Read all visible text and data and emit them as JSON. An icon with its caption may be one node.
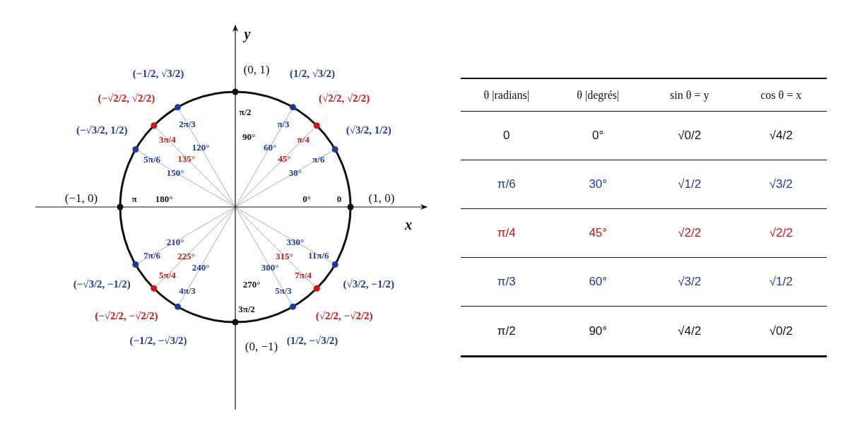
{
  "diagram": {
    "labels": [
      "y",
      "(0, 1)",
      "π/2",
      "90°",
      "(−1, 0)",
      "π",
      "180°",
      "0°",
      "0",
      "(1, 0)",
      "x",
      "270°",
      "3π/2",
      "(0, −1)",
      "(√3/2, 1/2)",
      "π/6",
      "30°",
      "(√2/2, √2/2)",
      "π/4",
      "45°",
      "(1/2, √3/2)",
      "π/3",
      "60°",
      "(−1/2, √3/2)",
      "2π/3",
      "120°",
      "(−√2/2, √2/2)",
      "3π/4",
      "135°",
      "(−√3/2, 1/2)",
      "5π/6",
      "150°",
      "(−√3/2, −1/2)",
      "7π/6",
      "210°",
      "(−√2/2, −√2/2)",
      "5π/4",
      "225°",
      "(−1/2, −√3/2)",
      "4π/3",
      "240°",
      "(1/2, −√3/2)",
      "5π/3",
      "300°",
      "(√2/2, −√2/2)",
      "7π/4",
      "315°",
      "(√3/2, −1/2)",
      "11π/6",
      "330°",
      "θ |radians|",
      "θ |degrés|",
      "sin θ = y",
      "cos θ = x",
      "0",
      "0°",
      "√0/2",
      "√4/2",
      "π/6",
      "30°",
      "√1/2",
      "√3/2",
      "π/4",
      "45°",
      "√2/2",
      "√2/2",
      "π/3",
      "60°",
      "√3/2",
      "√1/2",
      "π/2",
      "90°",
      "√4/2",
      "√0/2"
    ]
  }
}
